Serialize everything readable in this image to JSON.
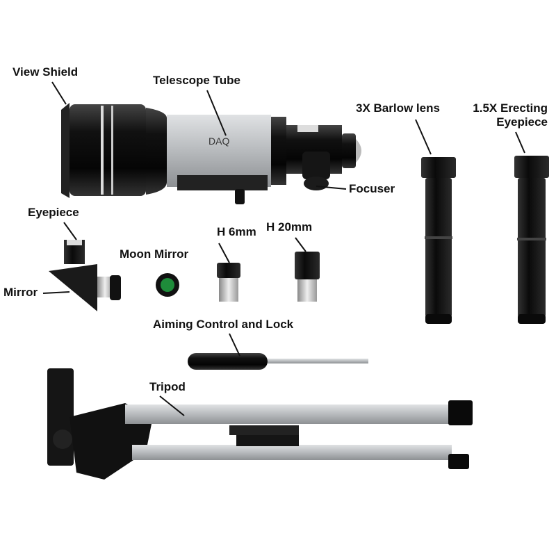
{
  "brand_mark": "DAQ",
  "labels": {
    "view_shield": "View Shield",
    "telescope_tube": "Telescope Tube",
    "barlow": "3X Barlow lens",
    "erecting_line1": "1.5X Erecting",
    "erecting_line2": "Eyepiece",
    "focuser": "Focuser",
    "eyepiece": "Eyepiece",
    "moon_mirror": "Moon Mirror",
    "h6": "H 6mm",
    "h20": "H 20mm",
    "mirror": "Mirror",
    "aiming": "Aiming Control and Lock",
    "tripod": "Tripod"
  },
  "colors": {
    "metal": "#b9bcbf",
    "black": "#111111",
    "filter": "#1e8c3a"
  }
}
